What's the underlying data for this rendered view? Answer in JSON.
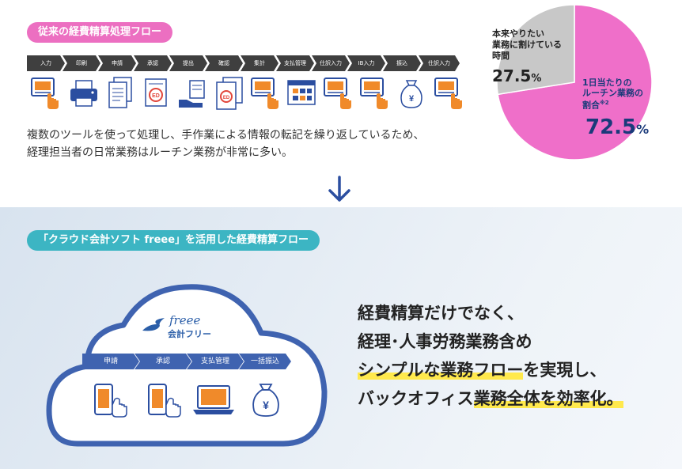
{
  "legacy": {
    "title": "従来の経費精算処理フロー",
    "steps": [
      "入力",
      "印刷",
      "申請",
      "承認",
      "提出",
      "確認",
      "集計",
      "支払管理",
      "仕訳入力",
      "IB入力",
      "振込",
      "仕訳入力"
    ],
    "description_line1": "複数のツールを使って処理し、手作業による情報の転記を繰り返しているため、",
    "description_line2": "経理担当者の日常業務はルーチン業務が非常に多い。"
  },
  "chart_data": {
    "type": "pie",
    "slices": [
      {
        "label": "1日当たりのルーチン業務の割合",
        "value": 72.5,
        "color": "#ef6fc9"
      },
      {
        "label": "本来やりたい業務に割けている時間",
        "value": 27.5,
        "color": "#c8c8c8"
      }
    ],
    "label1_line1": "本来やりたい",
    "label1_line2": "業務に割けている",
    "label1_line3": "時間",
    "value1": "27.5",
    "label2_line1": "1日当たりの",
    "label2_line2": "ルーチン業務の",
    "label2_line3": "割合",
    "footnote": "※2",
    "value2": "72.5",
    "unit": "%"
  },
  "freee": {
    "title": "「クラウド会計ソフト freee」を活用した経費精算フロー",
    "brand_en": "freee",
    "brand_ja": "会計フリー",
    "steps": [
      "申請",
      "承認",
      "支払管理",
      "一括振込"
    ]
  },
  "headline": {
    "line1": "経費精算だけでなく、",
    "line2": "経理･人事労務業務含め",
    "line3": "シンプルな業務フロー",
    "line3_rest": "を実現し、",
    "line4_pre": "バックオフィス",
    "line4": "業務全体を効率化。"
  },
  "colors": {
    "pink": "#ec6fc1",
    "teal": "#3cb5c3",
    "navy": "#2b4ea0",
    "highlight": "#ffe94d"
  }
}
